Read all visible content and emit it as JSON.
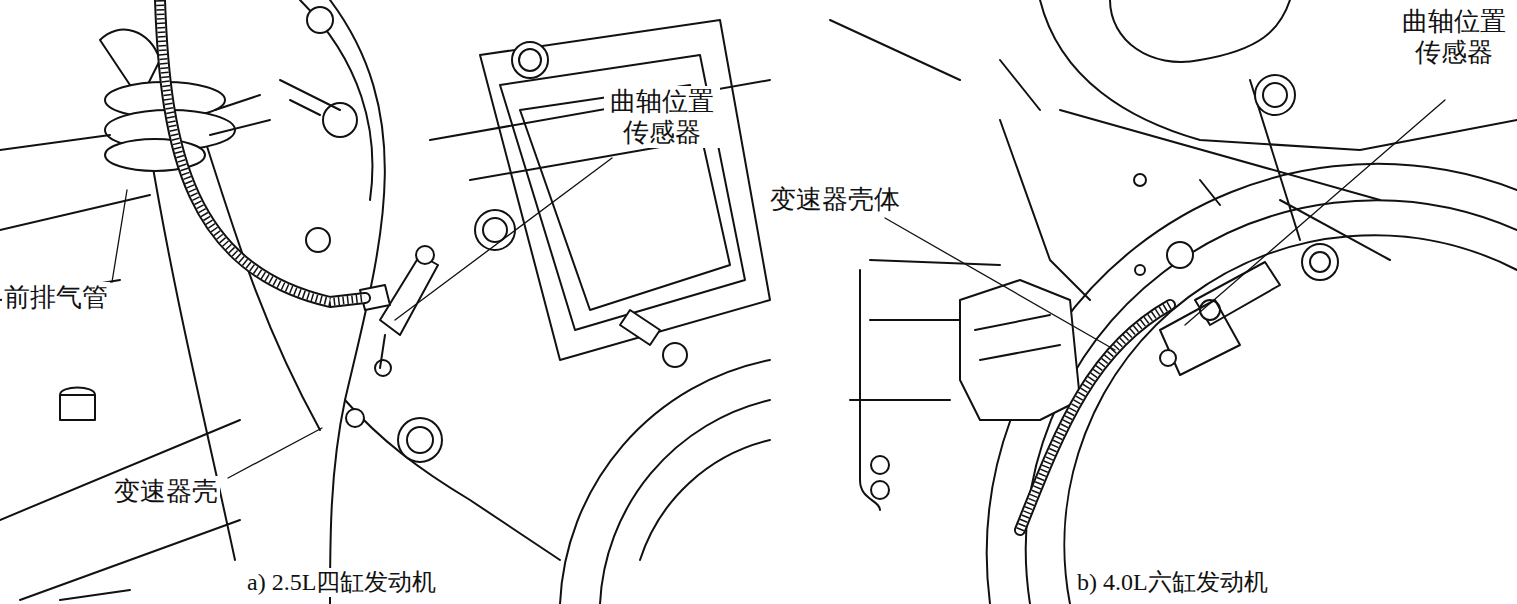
{
  "diagram": {
    "labels": [
      "前排气管",
      "曲轴位置 传感器",
      "变速器壳",
      "a) 2.5L四缸发动机",
      "曲轴位置 传感器",
      "变速器壳体",
      "b) 4.0L六缸发动机"
    ]
  }
}
